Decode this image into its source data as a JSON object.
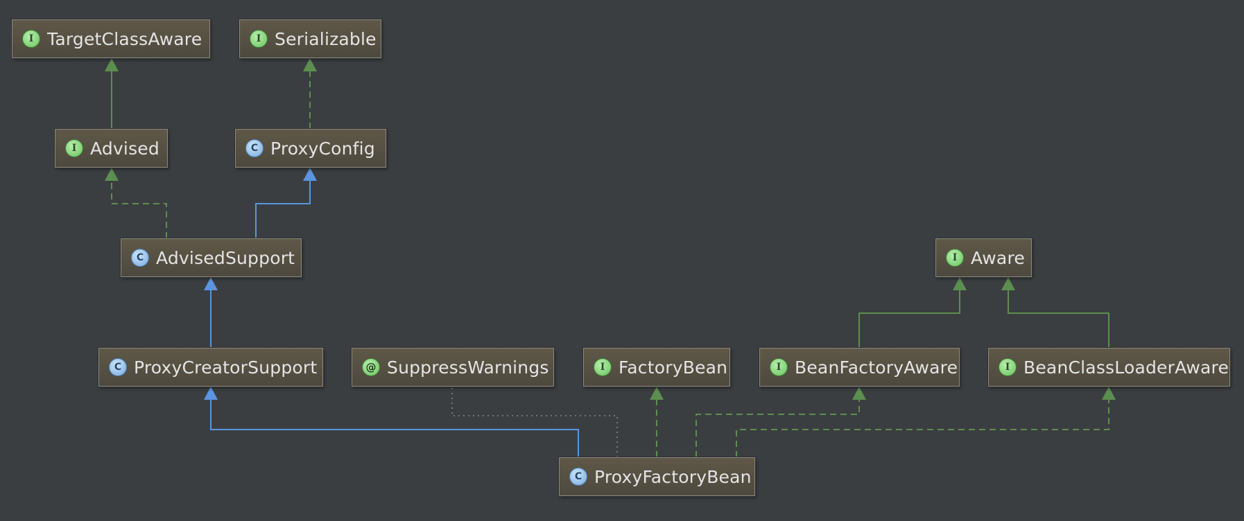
{
  "diagram": {
    "nodes": [
      {
        "id": "TargetClassAware",
        "label": "TargetClassAware",
        "kind": "interface",
        "badge": "I"
      },
      {
        "id": "Serializable",
        "label": "Serializable",
        "kind": "interface",
        "badge": "I"
      },
      {
        "id": "Advised",
        "label": "Advised",
        "kind": "interface",
        "badge": "I"
      },
      {
        "id": "ProxyConfig",
        "label": "ProxyConfig",
        "kind": "class",
        "badge": "C"
      },
      {
        "id": "AdvisedSupport",
        "label": "AdvisedSupport",
        "kind": "class",
        "badge": "C"
      },
      {
        "id": "Aware",
        "label": "Aware",
        "kind": "interface",
        "badge": "I"
      },
      {
        "id": "ProxyCreatorSupport",
        "label": "ProxyCreatorSupport",
        "kind": "class",
        "badge": "C"
      },
      {
        "id": "SuppressWarnings",
        "label": "SuppressWarnings",
        "kind": "annotation",
        "badge": "@"
      },
      {
        "id": "FactoryBean",
        "label": "FactoryBean",
        "kind": "interface",
        "badge": "I"
      },
      {
        "id": "BeanFactoryAware",
        "label": "BeanFactoryAware",
        "kind": "interface",
        "badge": "I"
      },
      {
        "id": "BeanClassLoaderAware",
        "label": "BeanClassLoaderAware",
        "kind": "interface",
        "badge": "I"
      },
      {
        "id": "ProxyFactoryBean",
        "label": "ProxyFactoryBean",
        "kind": "class",
        "badge": "C"
      }
    ],
    "edges": [
      {
        "from": "Advised",
        "to": "TargetClassAware",
        "type": "interface-extends"
      },
      {
        "from": "ProxyConfig",
        "to": "Serializable",
        "type": "implements"
      },
      {
        "from": "AdvisedSupport",
        "to": "Advised",
        "type": "implements"
      },
      {
        "from": "AdvisedSupport",
        "to": "ProxyConfig",
        "type": "class-extends"
      },
      {
        "from": "ProxyCreatorSupport",
        "to": "AdvisedSupport",
        "type": "class-extends"
      },
      {
        "from": "BeanFactoryAware",
        "to": "Aware",
        "type": "interface-extends"
      },
      {
        "from": "BeanClassLoaderAware",
        "to": "Aware",
        "type": "interface-extends"
      },
      {
        "from": "ProxyFactoryBean",
        "to": "ProxyCreatorSupport",
        "type": "class-extends"
      },
      {
        "from": "ProxyFactoryBean",
        "to": "SuppressWarnings",
        "type": "annotated-with"
      },
      {
        "from": "ProxyFactoryBean",
        "to": "FactoryBean",
        "type": "implements"
      },
      {
        "from": "ProxyFactoryBean",
        "to": "BeanFactoryAware",
        "type": "implements"
      },
      {
        "from": "ProxyFactoryBean",
        "to": "BeanClassLoaderAware",
        "type": "implements"
      }
    ],
    "colors": {
      "background": "#3b3e41",
      "interface_extends": "#5c8f4f",
      "implements": "#5c8f4f",
      "class_extends": "#5b95e0",
      "annotation": "#888a7e"
    }
  }
}
